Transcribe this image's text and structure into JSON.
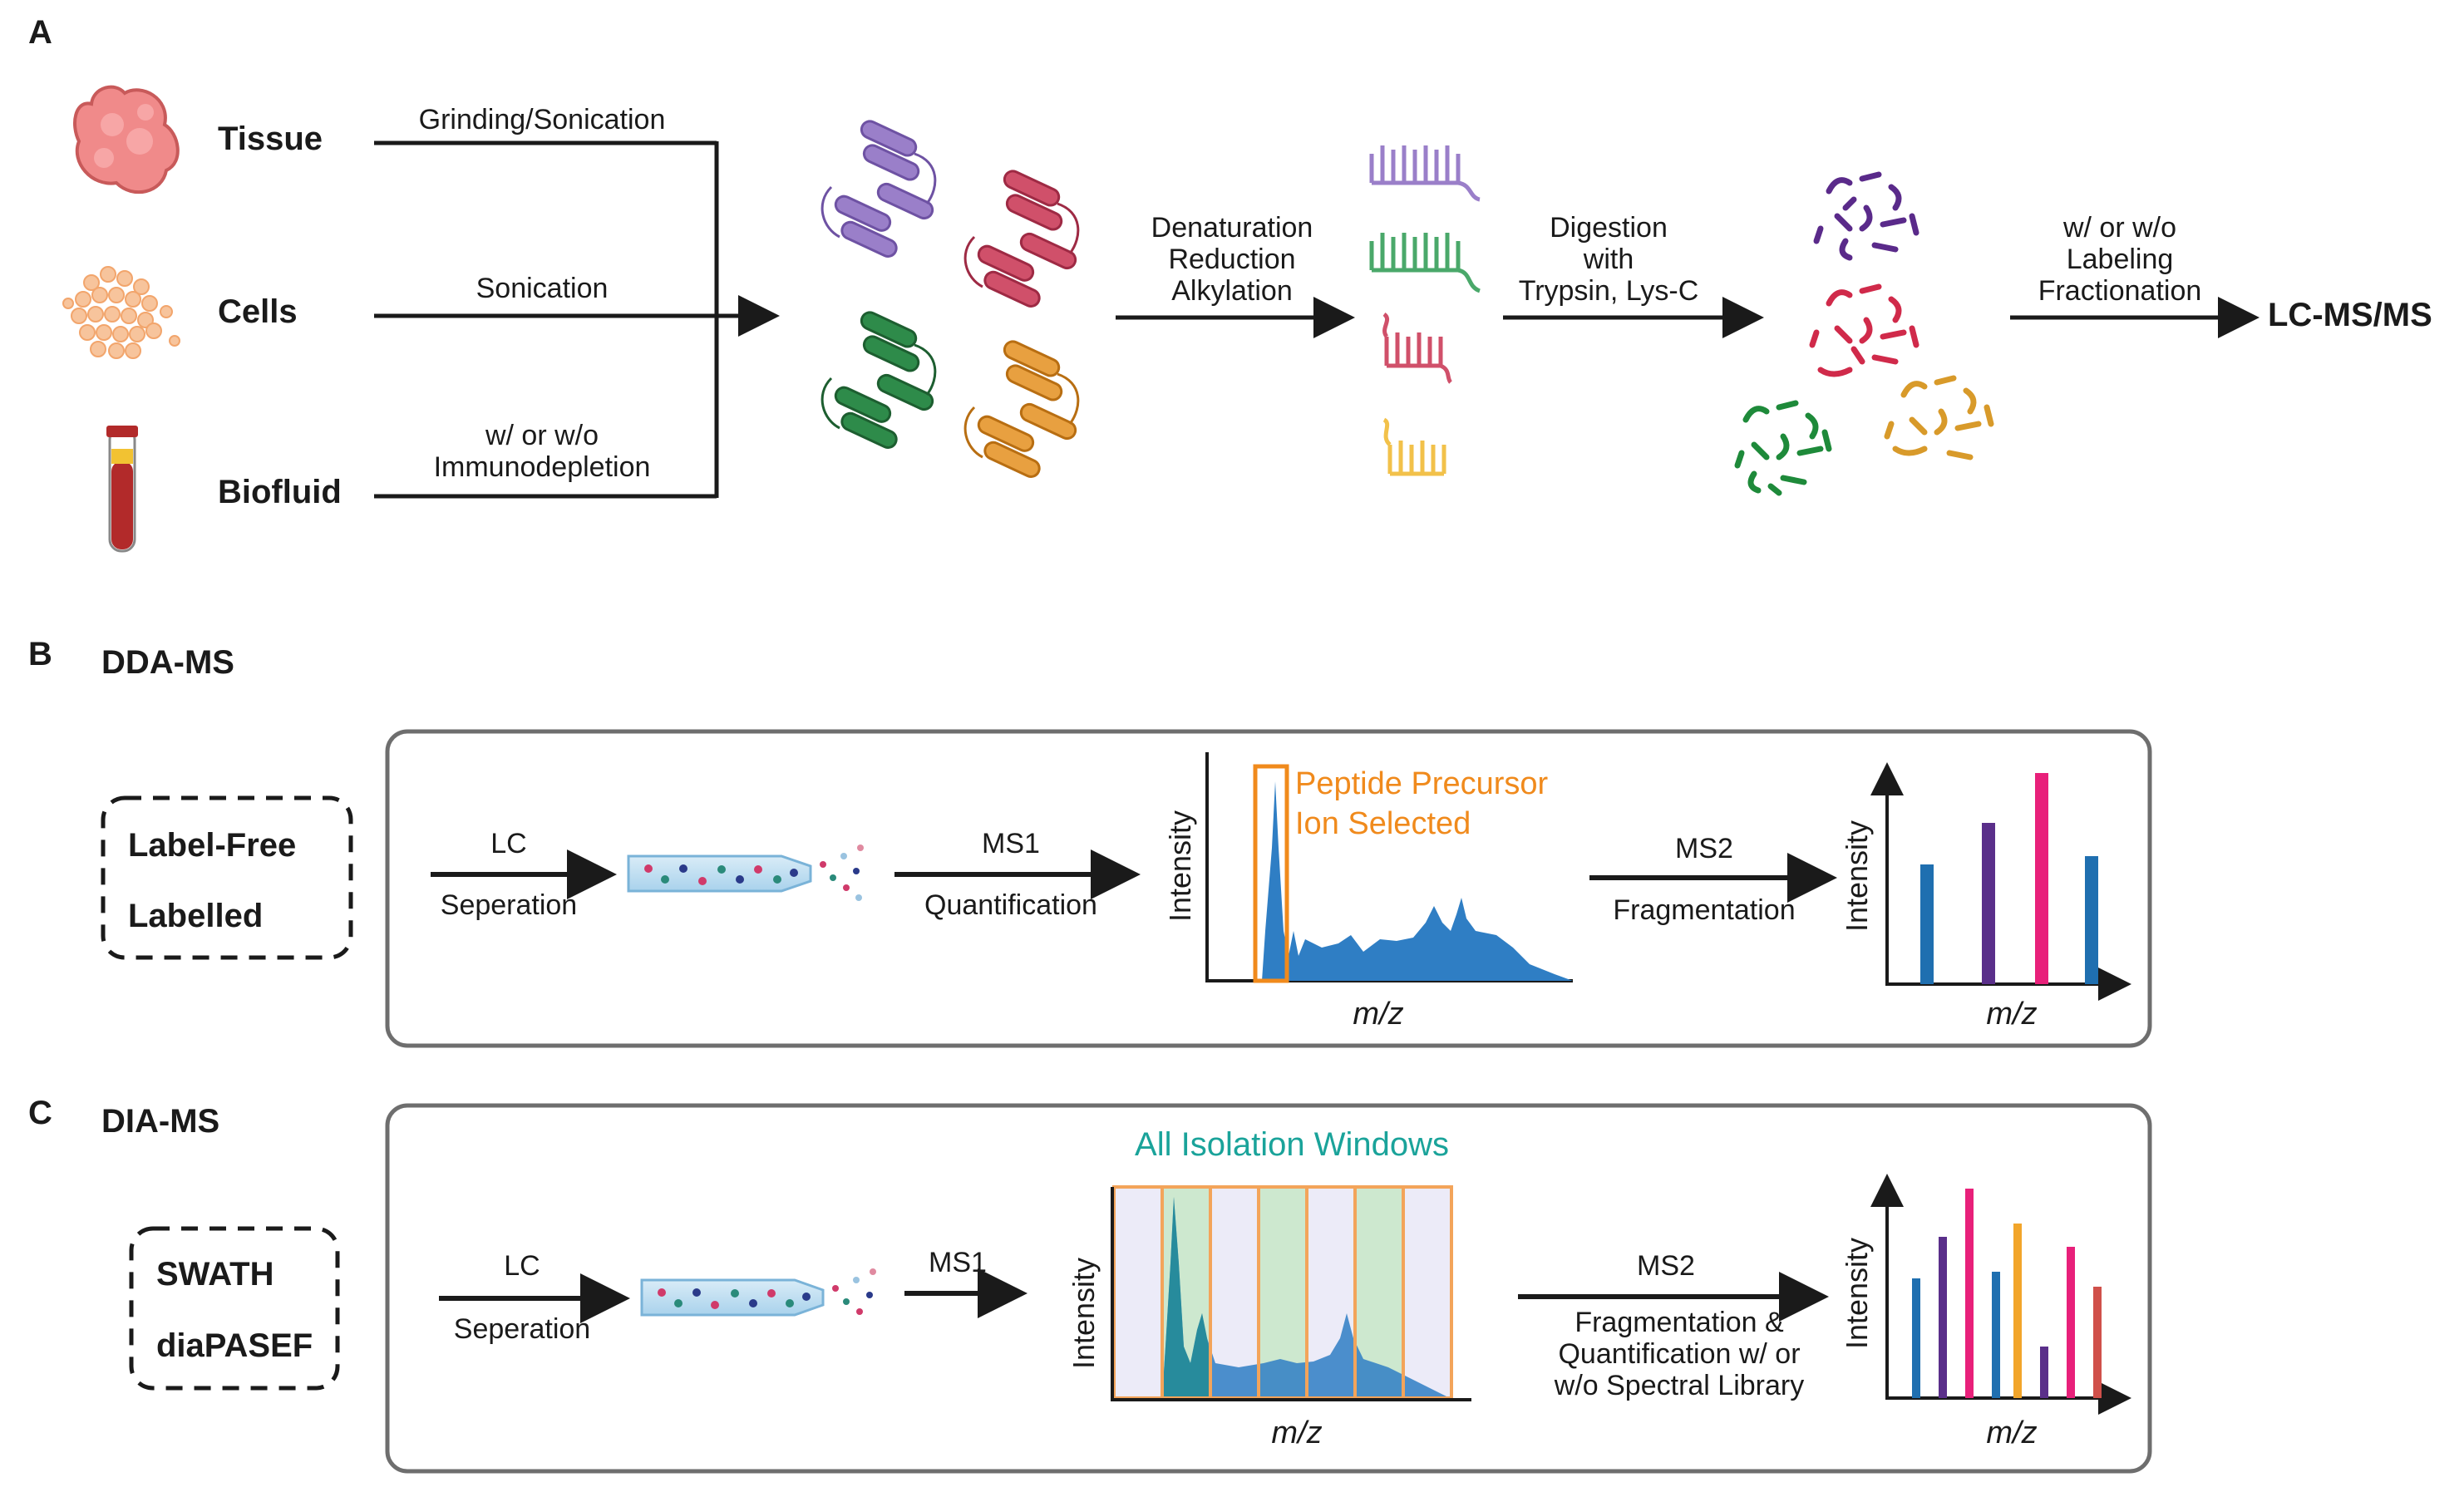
{
  "panel_a": {
    "letter": "A",
    "sources": [
      {
        "label": "Tissue",
        "step": "Grinding/Sonication"
      },
      {
        "label": "Cells",
        "step": "Sonication"
      },
      {
        "label": "Biofluid",
        "step_lines": [
          "w/ or w/o",
          "Immunodepletion"
        ]
      }
    ],
    "step_denature": [
      "Denaturation",
      "Reduction",
      "Alkylation"
    ],
    "step_digest": [
      "Digestion",
      "with",
      "Trypsin, Lys-C"
    ],
    "step_label": [
      "w/ or w/o",
      "Labeling",
      "Fractionation"
    ],
    "endpoint": "LC-MS/MS"
  },
  "panel_b": {
    "letter": "B",
    "title": "DDA-MS",
    "modes": [
      "Label-Free",
      "Labelled"
    ],
    "lc": {
      "top": "LC",
      "bottom": "Seperation"
    },
    "ms1": {
      "top": "MS1",
      "bottom": "Quantification"
    },
    "ms2": {
      "top": "MS2",
      "bottom": "Fragmentation"
    },
    "precursor_label": [
      "Peptide Precursor",
      "Ion Selected"
    ],
    "y_axis": "Intensity",
    "x_axis": "m/z"
  },
  "panel_c": {
    "letter": "C",
    "title": "DIA-MS",
    "modes": [
      "SWATH",
      "diaPASEF"
    ],
    "lc": {
      "top": "LC",
      "bottom": "Seperation"
    },
    "ms1": {
      "top": "MS1"
    },
    "ms2": {
      "top": "MS2",
      "bottom": [
        "Fragmentation &",
        "Quantification w/ or",
        "w/o Spectral Library"
      ]
    },
    "windows_label": "All Isolation Windows",
    "y_axis": "Intensity",
    "x_axis": "m/z"
  },
  "colors": {
    "orange_accent": "#f08a1c",
    "teal_accent": "#1aa39a",
    "spectrum_blue": "#2f7ec4",
    "protein_purple": "#9a7fc9",
    "protein_red": "#c73a55",
    "protein_green": "#2e8b4a",
    "protein_orange": "#e0922a"
  }
}
